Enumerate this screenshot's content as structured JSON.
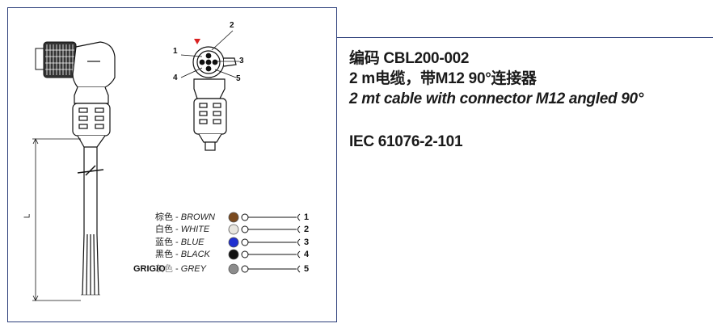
{
  "info": {
    "code_line": "编码  CBL200-002",
    "cn_desc": "2 m电缆，带M12 90°连接器",
    "en_desc": "2 mt cable with connector M12  angled 90°",
    "standard": "IEC 61076-2-101"
  },
  "drawing": {
    "length_label": "L",
    "pin_face_labels": [
      "1",
      "2",
      "3",
      "4",
      "5"
    ],
    "wires": [
      {
        "cn": "棕色",
        "en": "BROWN",
        "pin": "1",
        "color": "#7a4a1e"
      },
      {
        "cn": "白色",
        "en": "WHITE",
        "pin": "2",
        "color": "#e8e6df"
      },
      {
        "cn": "蓝色",
        "en": "BLUE",
        "pin": "3",
        "color": "#1f2fd0"
      },
      {
        "cn": "黑色",
        "en": "BLACK",
        "pin": "4",
        "color": "#111111"
      },
      {
        "cn": "灰色",
        "en": "GREY",
        "pin": "5",
        "color": "#8c8c8c",
        "overlay": "GRIGIO"
      }
    ]
  },
  "colors": {
    "frame": "#2c3e7a",
    "marker": "#d92020"
  }
}
